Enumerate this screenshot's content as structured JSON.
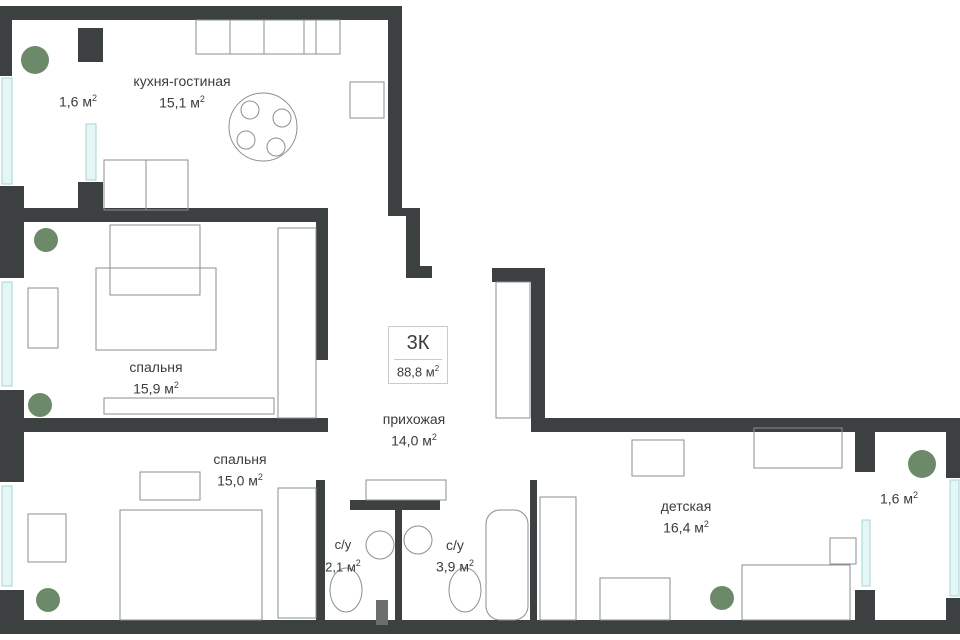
{
  "plan": {
    "type": "3К",
    "total_area": "88,8 м",
    "sup": "2"
  },
  "rooms": [
    {
      "name": "кухня-гостиная",
      "area": "15,1 м"
    },
    {
      "name": "",
      "area": "1,6 м"
    },
    {
      "name": "спальня",
      "area": "15,9 м"
    },
    {
      "name": "спальня",
      "area": "15,0 м"
    },
    {
      "name": "прихожая",
      "area": "14,0 м"
    },
    {
      "name": "с/у",
      "area": "2,1 м"
    },
    {
      "name": "с/у",
      "area": "3,9 м"
    },
    {
      "name": "детская",
      "area": "16,4 м"
    },
    {
      "name": "",
      "area": "1,6 м"
    }
  ],
  "colors": {
    "wall": "#3c4040",
    "window": "#cfeeee",
    "line": "#8a8f8f"
  }
}
